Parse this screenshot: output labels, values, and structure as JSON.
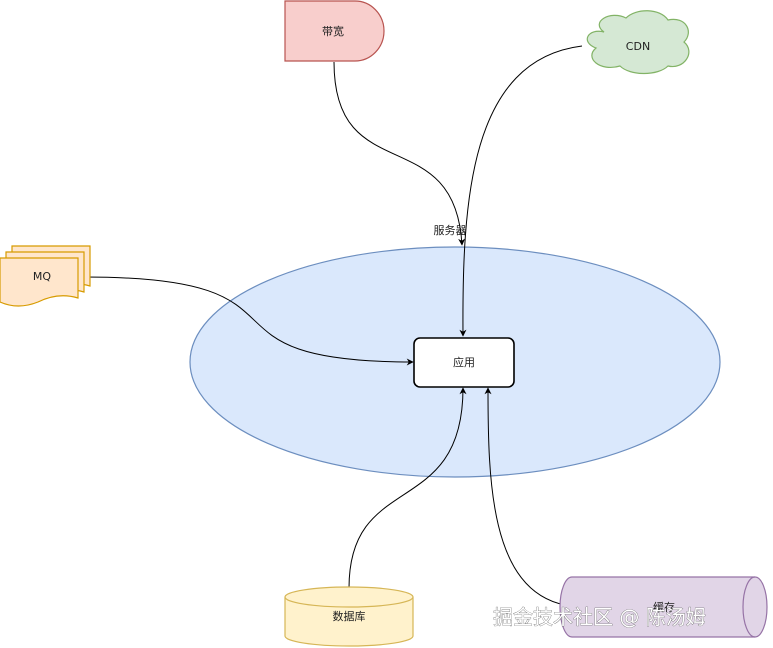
{
  "nodes": {
    "server": {
      "label": "服务器",
      "fill": "#dae8fc",
      "stroke": "#6c8ebf"
    },
    "app": {
      "label": "应用",
      "fill": "#ffffff",
      "stroke": "#000000"
    },
    "bandwidth": {
      "label": "带宽",
      "fill": "#f8cecc",
      "stroke": "#b85450"
    },
    "cdn": {
      "label": "CDN",
      "fill": "#d5e8d4",
      "stroke": "#82b366"
    },
    "mq": {
      "label": "MQ",
      "fill": "#ffe6cc",
      "stroke": "#d79b00"
    },
    "database": {
      "label": "数据库",
      "fill": "#fff2cc",
      "stroke": "#d6b656"
    },
    "cache": {
      "label": "缓存",
      "fill": "#e1d5e7",
      "stroke": "#9673a6"
    }
  },
  "edges": [
    {
      "from": "bandwidth",
      "to": "server"
    },
    {
      "from": "cdn",
      "to": "app"
    },
    {
      "from": "mq",
      "to": "app"
    },
    {
      "from": "database",
      "to": "app"
    },
    {
      "from": "cache",
      "to": "app"
    }
  ],
  "watermark": "掘金技术社区 @ 陈汤姆"
}
